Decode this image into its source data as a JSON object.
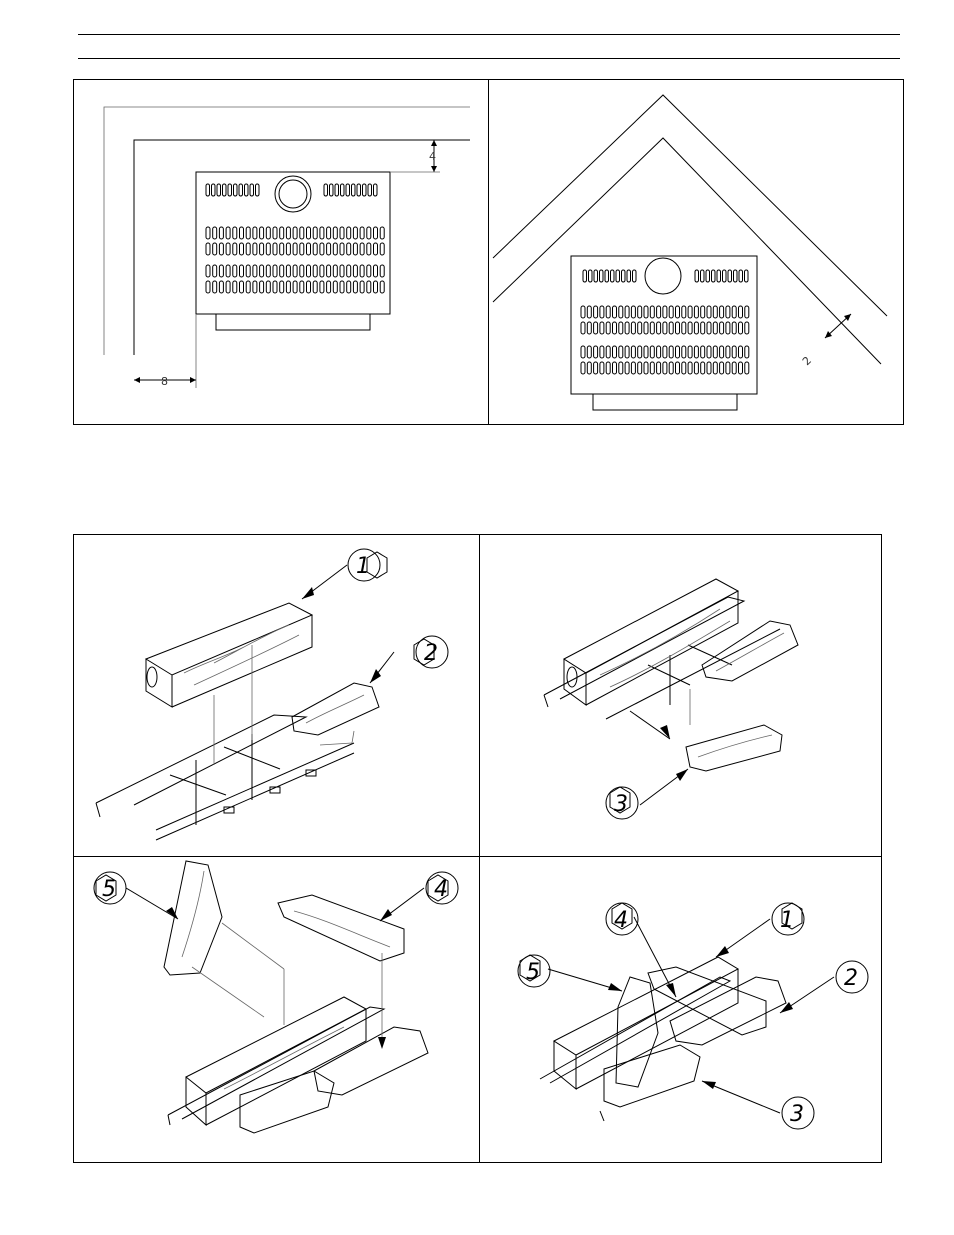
{
  "top_figures": {
    "flat_wall": {
      "dim_top": "4",
      "dim_side": "8"
    },
    "corner": {
      "dim_corner": "2"
    }
  },
  "log_steps": {
    "step1": {
      "callouts": [
        "1",
        "2"
      ]
    },
    "step2": {
      "callouts": [
        "3"
      ]
    },
    "step3": {
      "callouts": [
        "5",
        "4"
      ]
    },
    "step4": {
      "callouts": [
        "4",
        "1",
        "5",
        "2",
        "3"
      ]
    }
  }
}
